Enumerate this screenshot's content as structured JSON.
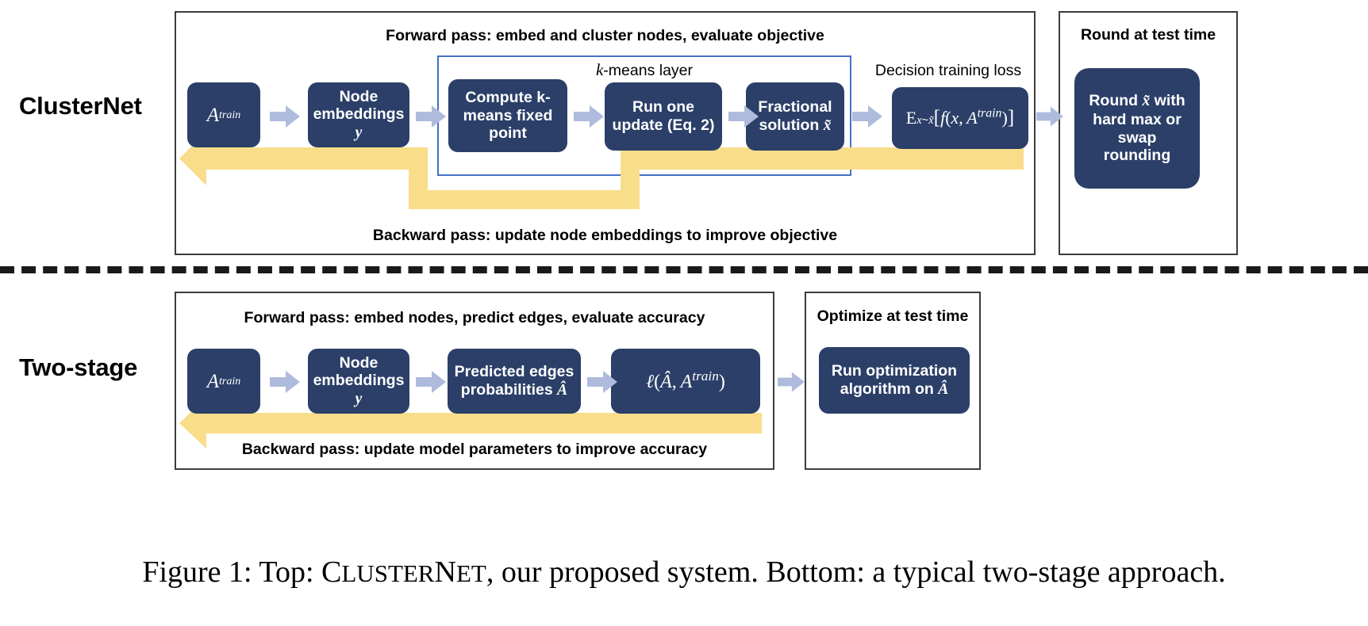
{
  "figure": {
    "caption_pre": "Figure 1: Top: ",
    "caption_sc": "ClusterNet",
    "caption_mid": ", our proposed system. Bottom: a typical two-stage approach.",
    "caption_full": "Figure 1: Top: CLUSTERNET, our proposed system. Bottom: a typical two-stage approach."
  },
  "colors": {
    "node_fill": "#2b3f68",
    "node_text": "#ffffff",
    "kmeans_border": "#4472c4",
    "panel_border": "#3c3c3c",
    "forward_arrow": "#aebbdd",
    "backward_arrow": "#f8dd8a",
    "divider": "#1a1a1a"
  },
  "top": {
    "row_label": "ClusterNet",
    "forward_header": "Forward pass: embed and cluster nodes, evaluate objective",
    "backward_header": "Backward pass: update node embeddings to improve objective",
    "kmeans_label": "k-means layer",
    "decision_loss_label": "Decision training loss",
    "nodes": [
      {
        "id": "a-train",
        "text": "A^train",
        "math": true
      },
      {
        "id": "node-embeddings",
        "text": "Node embeddings y",
        "math": false
      },
      {
        "id": "compute-fixed-point",
        "text": "Compute k-means fixed point",
        "math": false
      },
      {
        "id": "run-one-update",
        "text": "Run one update (Eq. 2)",
        "math": false
      },
      {
        "id": "fractional-solution",
        "text": "Fractional solution x̃",
        "math": false
      },
      {
        "id": "decision-loss",
        "text": "E_{x~x̃}[f(x, A^train)]",
        "math": true
      }
    ],
    "test_panel": {
      "header": "Round at test time",
      "node": "Round x̃ with hard max or swap rounding"
    }
  },
  "bottom": {
    "row_label": "Two-stage",
    "forward_header": "Forward pass: embed nodes, predict edges, evaluate accuracy",
    "backward_header": "Backward pass: update model parameters to improve accuracy",
    "nodes": [
      {
        "id": "a-train",
        "text": "A^train",
        "math": true
      },
      {
        "id": "node-embeddings",
        "text": "Node embeddings y",
        "math": false
      },
      {
        "id": "predicted-edges",
        "text": "Predicted edges probabilities Â",
        "math": false
      },
      {
        "id": "loss",
        "text": "ℓ(Â, A^train)",
        "math": true
      }
    ],
    "test_panel": {
      "header": "Optimize at test time",
      "node": "Run optimization algorithm on Â"
    }
  },
  "icons": {
    "forward_arrow": "right-arrow-icon",
    "backward_arrow": "backward-loop-arrow-icon",
    "divider": "dashed-divider-icon"
  }
}
